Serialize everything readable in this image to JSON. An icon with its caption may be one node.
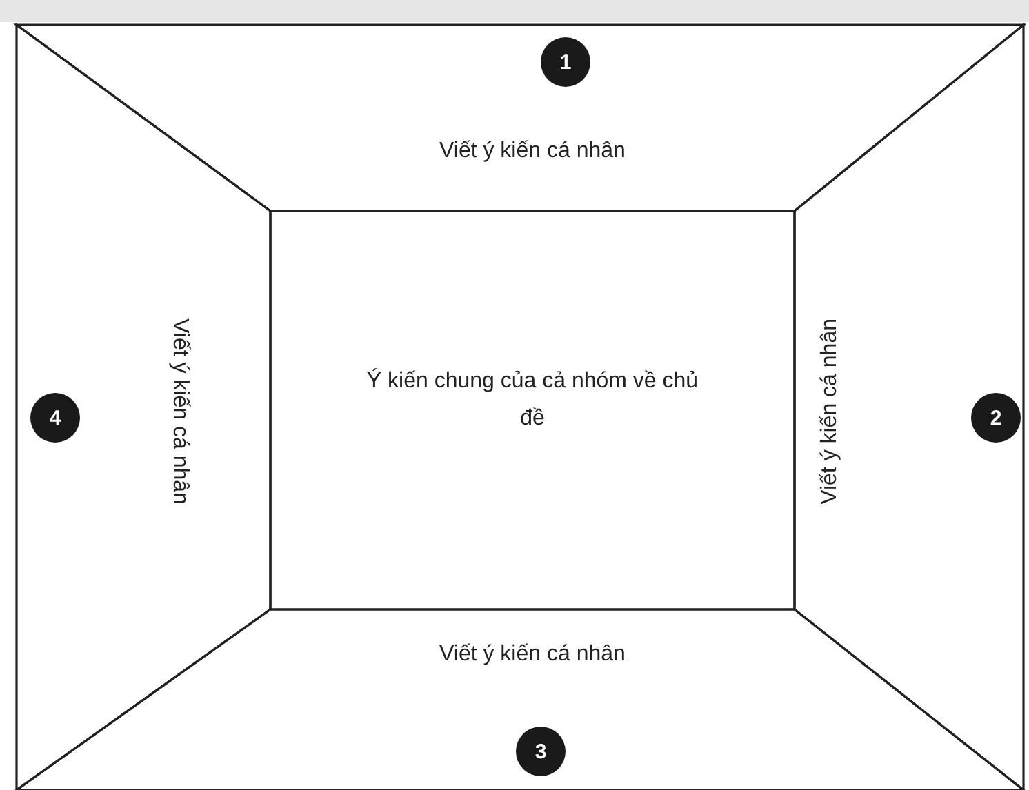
{
  "diagram": {
    "nodes": [
      {
        "text": [
          "Viết ý kiến cá nhân"
        ]
      },
      {
        "text": [
          "1"
        ],
        "in": 0
      },
      {
        "text": [
          "Viết ý kiến cá nhân"
        ]
      },
      {
        "text": [
          "4"
        ],
        "in": 2
      },
      {
        "text": [
          "Ý kiến chung của cả nhóm về chủ đề"
        ]
      },
      {
        "text": [
          "Viết ý kiến cá nhân"
        ]
      },
      {
        "text": [
          "2"
        ],
        "in": 5
      },
      {
        "text": [
          "Viết ý kiến cá nhân"
        ]
      },
      {
        "text": [
          "3"
        ],
        "in": 7
      }
    ]
  }
}
